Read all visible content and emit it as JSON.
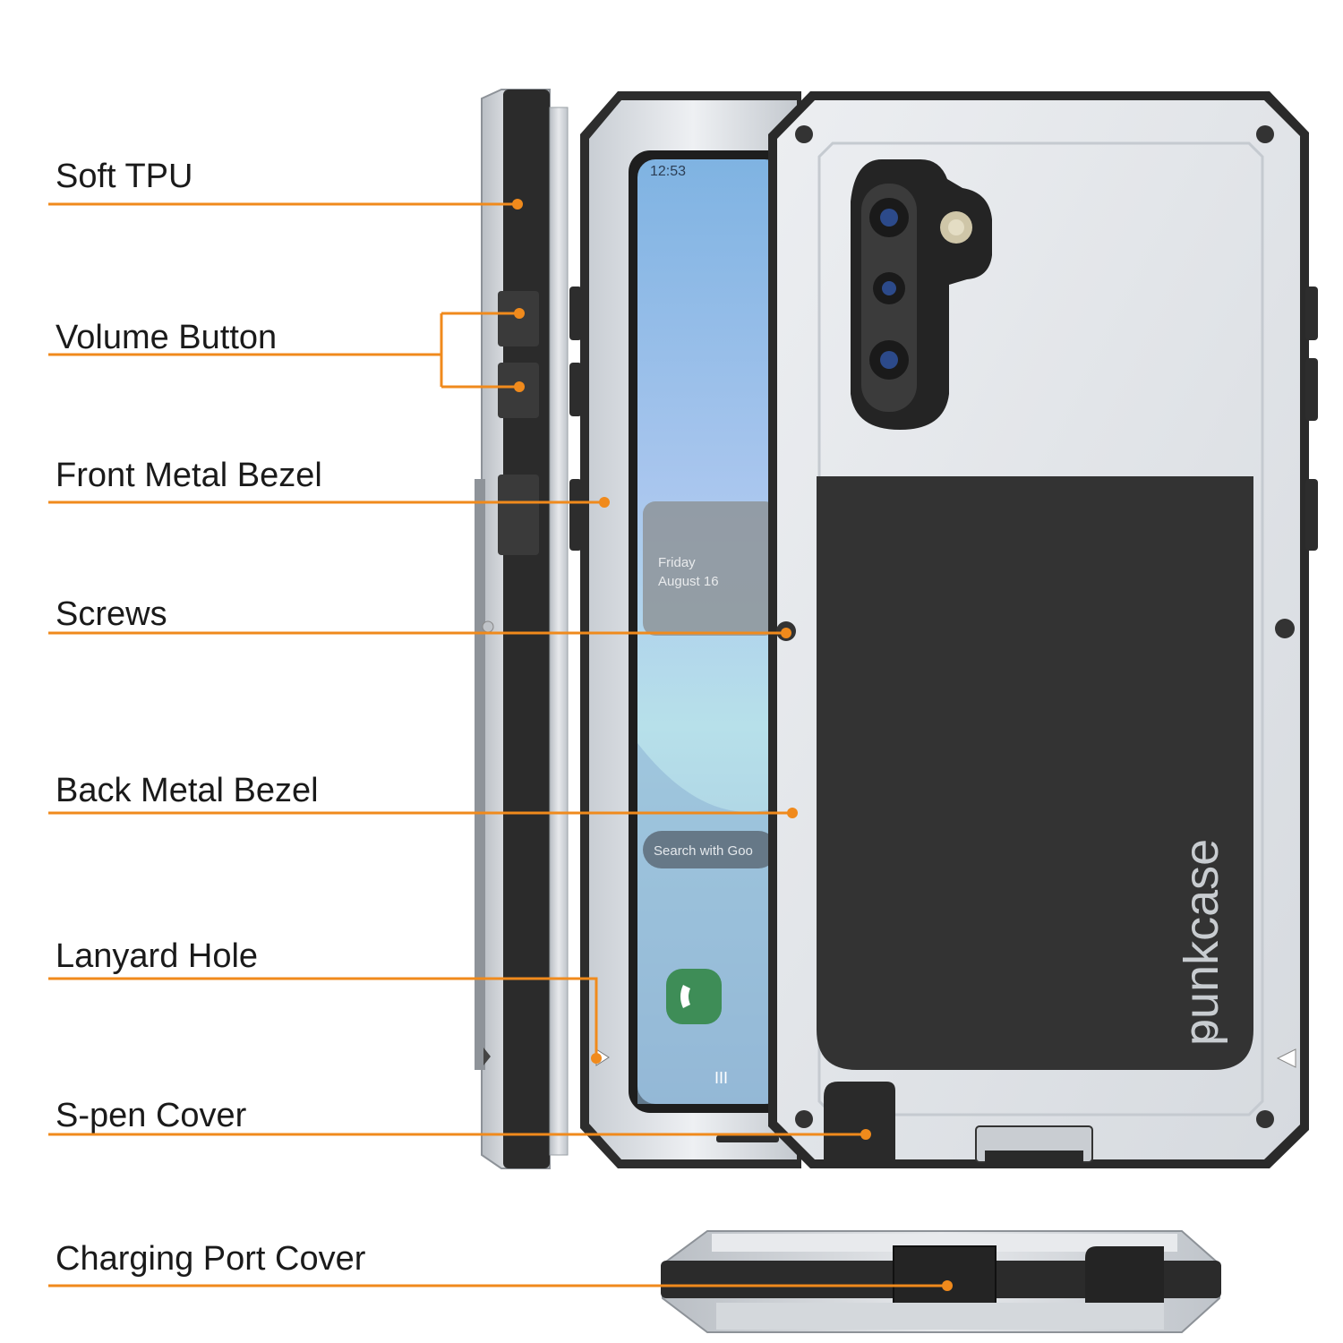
{
  "callouts": [
    {
      "id": "soft-tpu",
      "text": "Soft TPU"
    },
    {
      "id": "volume-button",
      "text": "Volume Button"
    },
    {
      "id": "front-metal-bezel",
      "text": "Front Metal Bezel"
    },
    {
      "id": "screws",
      "text": "Screws"
    },
    {
      "id": "back-metal-bezel",
      "text": "Back Metal Bezel"
    },
    {
      "id": "lanyard-hole",
      "text": "Lanyard Hole"
    },
    {
      "id": "s-pen-cover",
      "text": "S-pen Cover"
    },
    {
      "id": "charging-port-cover",
      "text": "Charging Port Cover"
    }
  ],
  "phone_screen": {
    "time": "12:53",
    "widget_day": "Friday",
    "widget_date": "August 16",
    "search_text": "Search with Goo",
    "nav_glyph": "III"
  },
  "brand": {
    "logo_text": "punkcase"
  },
  "colors": {
    "accent": "#f08a1c",
    "case_silver": "#d9dde2",
    "tpu_black": "#2b2b2b"
  }
}
